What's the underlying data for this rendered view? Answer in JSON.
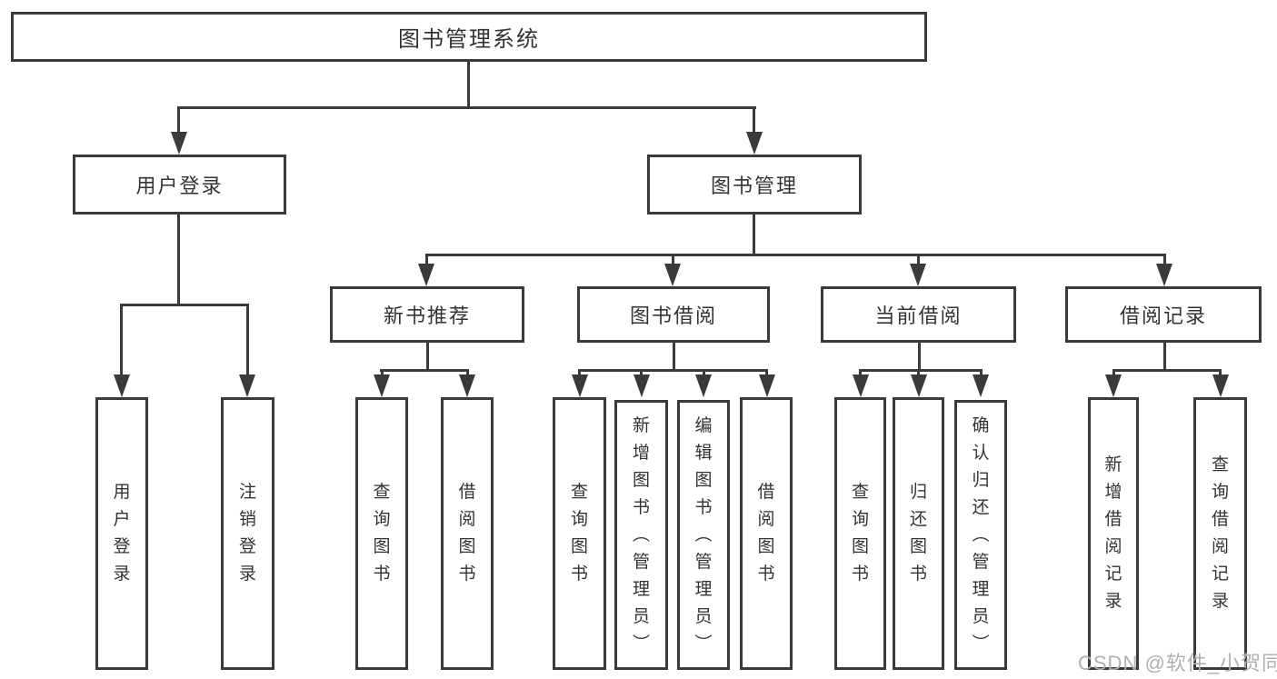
{
  "diagram": {
    "root": "图书管理系统",
    "level1": {
      "user_login": "用户登录",
      "book_mgmt": "图书管理"
    },
    "level2": {
      "new_rec": "新书推荐",
      "borrow": "图书借阅",
      "current": "当前借阅",
      "records": "借阅记录"
    },
    "leaves": {
      "user_login": "用户登录",
      "logout": "注销登录",
      "rec_query": "查询图书",
      "rec_borrow": "借阅图书",
      "bb_query": "查询图书",
      "bb_add": "新增图书（管理员）",
      "bb_edit": "编辑图书（管理员）",
      "bb_borrow": "借阅图书",
      "cb_query": "查询图书",
      "cb_return": "归还图书",
      "cb_confirm": "确认归还（管理员）",
      "br_add": "新增借阅记录",
      "br_query": "查询借阅记录"
    }
  },
  "watermark": "CSDN @软件_小贺同学",
  "colors": {
    "line": "#3a3a3a",
    "text": "#333333",
    "watermark": "#b0b0b0",
    "background": "#ffffff"
  }
}
